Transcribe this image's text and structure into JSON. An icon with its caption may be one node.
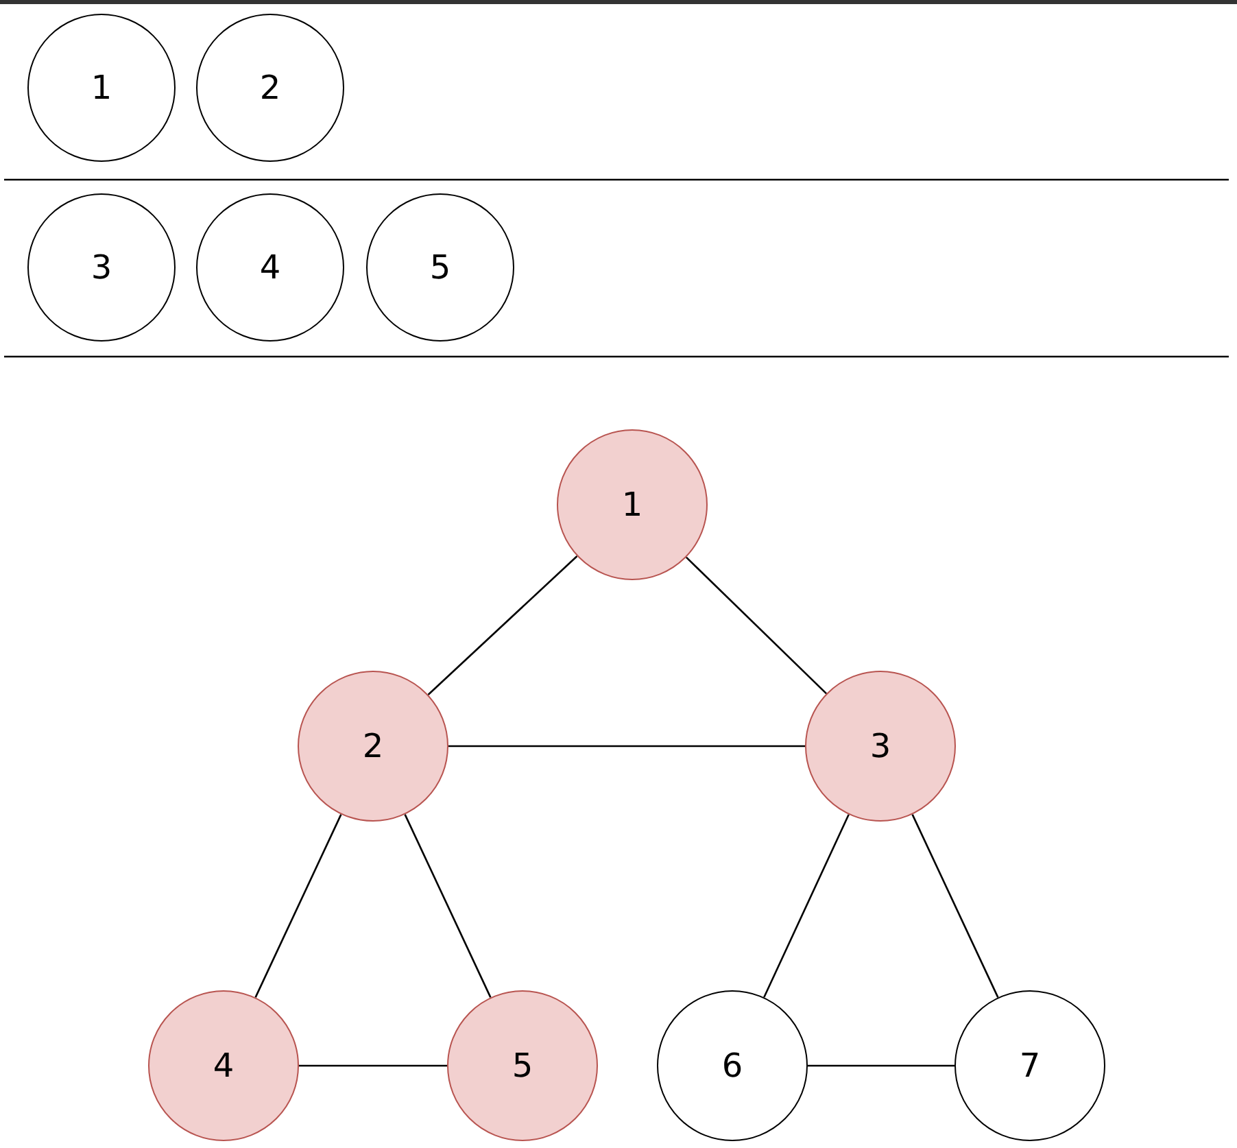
{
  "diagram": {
    "nodes": [
      {
        "text": [
          "1"
        ]
      },
      {
        "text": [
          "2"
        ]
      },
      {
        "text": [
          "3"
        ]
      },
      {
        "text": [
          "4"
        ]
      },
      {
        "text": [
          "5"
        ]
      },
      {
        "text": [
          "1"
        ]
      },
      {
        "text": [
          "2"
        ]
      },
      {
        "text": [
          "3"
        ]
      },
      {
        "text": [
          "4"
        ]
      },
      {
        "text": [
          "5"
        ]
      },
      {
        "text": [
          "6"
        ]
      },
      {
        "text": [
          "7"
        ]
      }
    ],
    "edges": [
      {
        "from": 5,
        "to": 6,
        "arrow": "none"
      },
      {
        "from": 5,
        "to": 7,
        "arrow": "none"
      },
      {
        "from": 6,
        "to": 7,
        "arrow": "none"
      },
      {
        "from": 6,
        "to": 8,
        "arrow": "none"
      },
      {
        "from": 6,
        "to": 9,
        "arrow": "none"
      },
      {
        "from": 8,
        "to": 9,
        "arrow": "none"
      },
      {
        "from": 7,
        "to": 10,
        "arrow": "none"
      },
      {
        "from": 7,
        "to": 11,
        "arrow": "none"
      },
      {
        "from": 10,
        "to": 11,
        "arrow": "none"
      }
    ]
  }
}
